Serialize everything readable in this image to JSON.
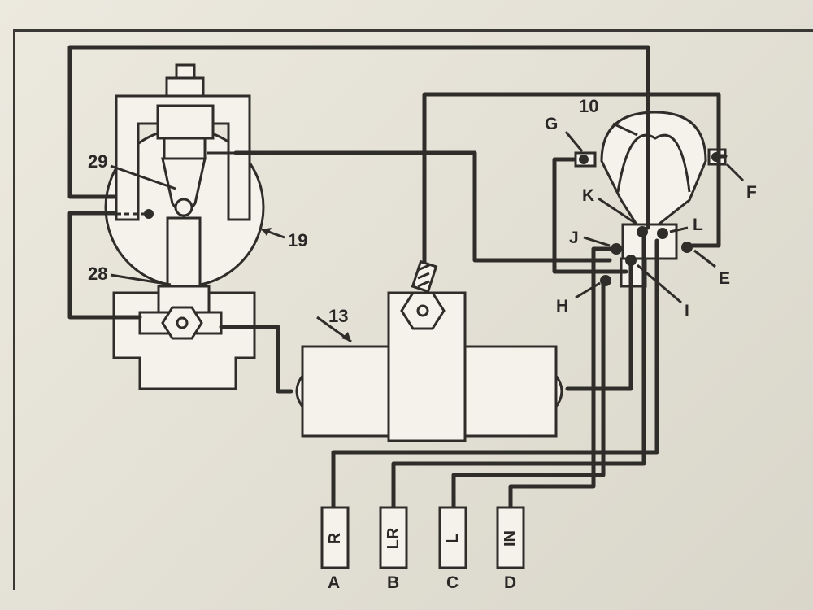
{
  "diagram": {
    "components": {
      "c10": "10",
      "c13": "13",
      "c19": "19",
      "c28": "28",
      "c29": "29"
    },
    "terminals": {
      "E": "E",
      "F": "F",
      "G": "G",
      "H": "H",
      "I": "I",
      "J": "J",
      "K": "K",
      "L": "L"
    },
    "plugs": [
      {
        "code": "R",
        "letter": "A"
      },
      {
        "code": "LR",
        "letter": "B"
      },
      {
        "code": "L",
        "letter": "C"
      },
      {
        "code": "IN",
        "letter": "D"
      }
    ],
    "colors": {
      "ink": "#2f2d2a",
      "paper": "#ece9df"
    }
  }
}
